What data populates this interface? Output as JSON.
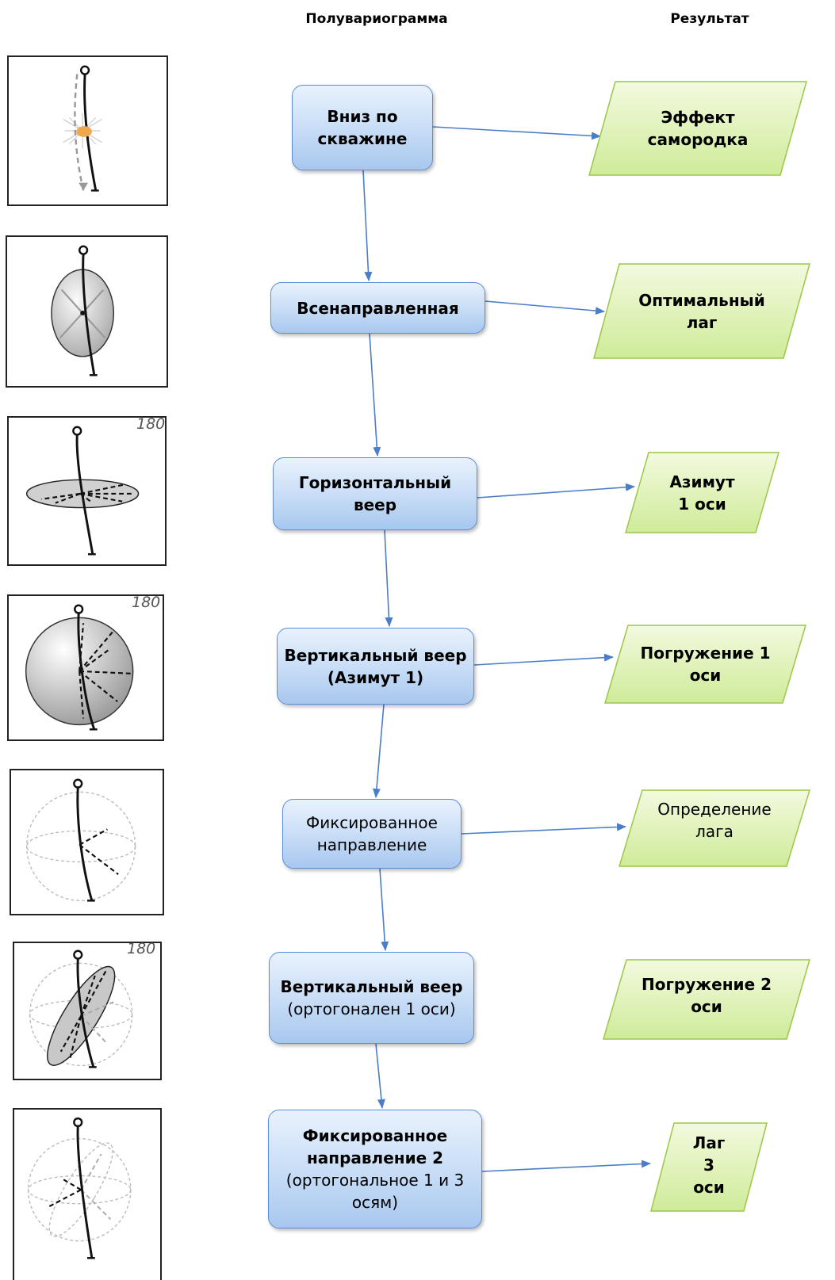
{
  "headers": {
    "variogram": "Полувариограмма",
    "result": "Результат"
  },
  "angle_label": "180",
  "steps": [
    {
      "bold": "Вниз по скважине",
      "normal": ""
    },
    {
      "bold": "Всенаправленная",
      "normal": ""
    },
    {
      "bold": "Горизонтальный веер",
      "normal": ""
    },
    {
      "bold": "Вертикальный веер (Азимут 1)",
      "normal": ""
    },
    {
      "bold": "",
      "normal": "Фиксированное направление"
    },
    {
      "bold": "Вертикальный веер",
      "normal": " (ортогонален 1 оси)"
    },
    {
      "bold": "Фиксированное направление 2",
      "normal": " (ортогональное 1 и 3 осям)"
    }
  ],
  "results": [
    {
      "text": "Эффект самородка"
    },
    {
      "text": "Оптимальный лаг"
    },
    {
      "text": "Азимут 1 оси"
    },
    {
      "text": "Погружение 1 оси"
    },
    {
      "text": "Определение лага"
    },
    {
      "text": "Погружение 2 оси"
    },
    {
      "text": "Лаг 3 оси"
    }
  ],
  "icons": [
    "borehole-nugget-icon",
    "omnidirectional-ellipsoid-icon",
    "horizontal-fan-icon",
    "vertical-fan-sphere-icon",
    "fixed-direction-sphere-icon",
    "tilted-vertical-fan-icon",
    "fixed-direction-2-sphere-icon"
  ],
  "colors": {
    "step_border": "#5b8ed6",
    "step_fill_top": "#e9f2fd",
    "step_fill_bottom": "#a8c7ee",
    "result_fill_top": "#f3fadf",
    "result_fill_bottom": "#cfeb99",
    "result_border": "#9bc74a",
    "connector": "#4a7ec9"
  }
}
